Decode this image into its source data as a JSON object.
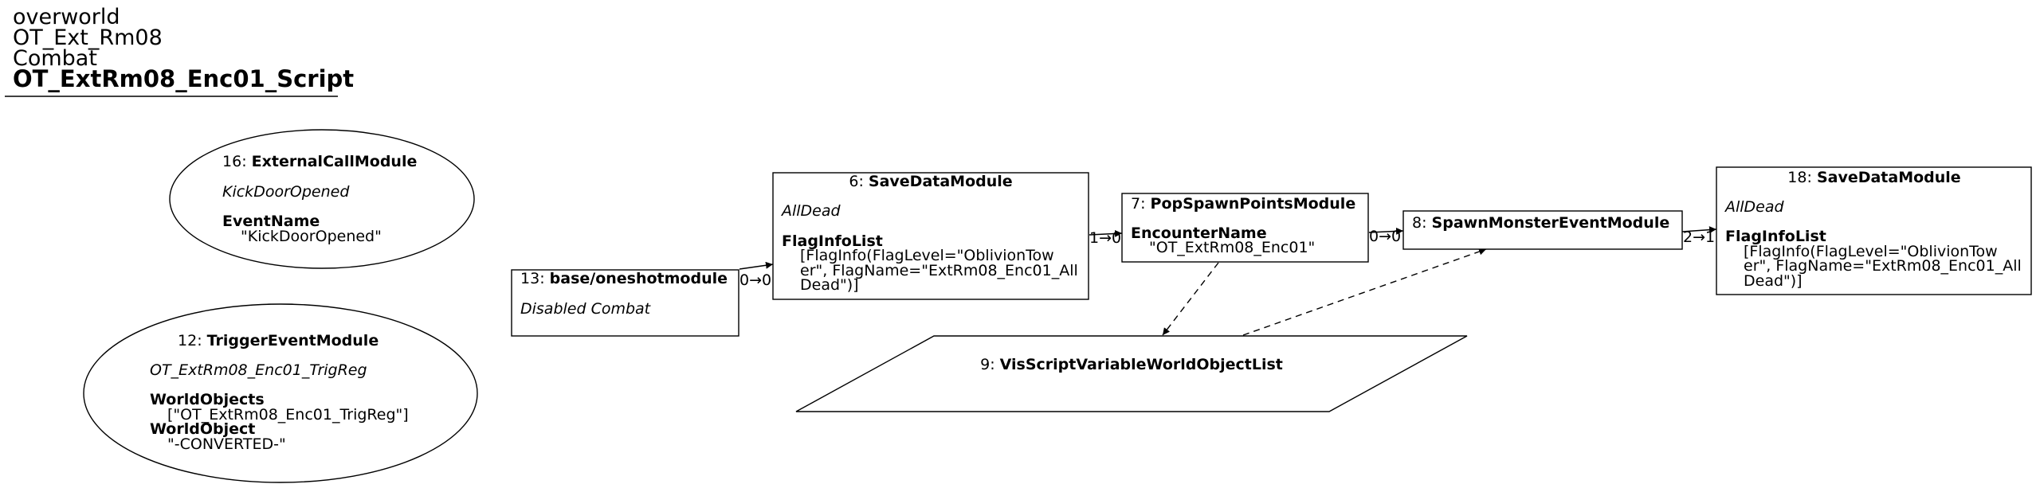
{
  "header": {
    "lines": [
      "overworld",
      "OT_Ext_Rm08",
      "Combat"
    ],
    "script_name": "OT_ExtRm08_Enc01_Script"
  },
  "nodes": {
    "n16": {
      "id": "16",
      "type": "ExternalCallModule",
      "subtitle": "KickDoorOpened",
      "param_name": "EventName",
      "param_value": "\"KickDoorOpened\""
    },
    "n12": {
      "id": "12",
      "type": "TriggerEventModule",
      "subtitle": "OT_ExtRm08_Enc01_TrigReg",
      "param1_name": "WorldObjects",
      "param1_value": "[\"OT_ExtRm08_Enc01_TrigReg\"]",
      "param2_name": "WorldObject",
      "param2_value": "\"-CONVERTED-\""
    },
    "n13": {
      "id": "13",
      "type": "base/oneshotmodule",
      "subtitle": "Disabled Combat"
    },
    "n6": {
      "id": "6",
      "type": "SaveDataModule",
      "subtitle": "AllDead",
      "param_name": "FlagInfoList",
      "value_lines": [
        "[FlagInfo(FlagLevel=\"OblivionTow",
        "er\", FlagName=\"ExtRm08_Enc01_All",
        "Dead\")]"
      ]
    },
    "n7": {
      "id": "7",
      "type": "PopSpawnPointsModule",
      "param_name": "EncounterName",
      "param_value": "\"OT_ExtRm08_Enc01\""
    },
    "n8": {
      "id": "8",
      "type": "SpawnMonsterEventModule"
    },
    "n18": {
      "id": "18",
      "type": "SaveDataModule",
      "subtitle": "AllDead",
      "param_name": "FlagInfoList",
      "value_lines": [
        "[FlagInfo(FlagLevel=\"OblivionTow",
        "er\", FlagName=\"ExtRm08_Enc01_All",
        "Dead\")]"
      ]
    },
    "n9": {
      "id": "9",
      "type": "VisScriptVariableWorldObjectList"
    }
  },
  "edges": {
    "e13_6": "0→0",
    "e6_7": "1→0",
    "e7_8": "0→0",
    "e8_18": "2→1"
  },
  "colors": {
    "stroke": "#000000",
    "background": "#ffffff"
  }
}
